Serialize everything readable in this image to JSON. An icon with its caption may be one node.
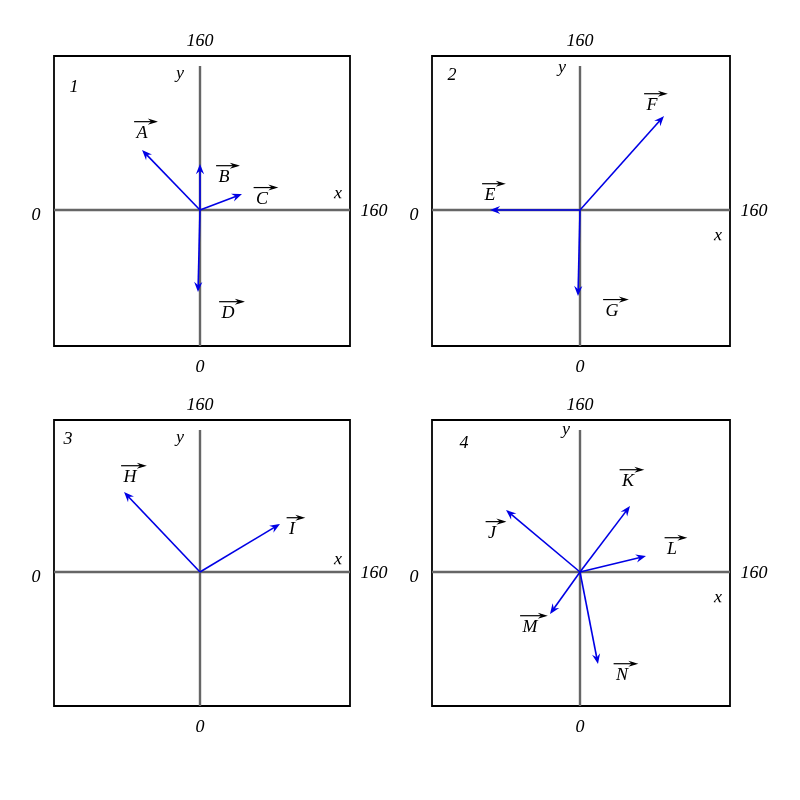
{
  "diagram": {
    "nodes": [
      {
        "text": [
          "1",
          "y",
          "x",
          "A",
          "B",
          "C",
          "D"
        ],
        "beside": [
          "160",
          "0",
          "160",
          "0"
        ]
      },
      {
        "text": [
          "2",
          "y",
          "x",
          "E",
          "F",
          "G"
        ],
        "beside": [
          "160",
          "0",
          "160",
          "0"
        ]
      },
      {
        "text": [
          "3",
          "y",
          "x",
          "H",
          "I"
        ],
        "beside": [
          "160",
          "0",
          "160",
          "0"
        ]
      },
      {
        "text": [
          "4",
          "y",
          "x",
          "J",
          "K",
          "L",
          "M",
          "N"
        ],
        "beside": [
          "160",
          "0",
          "160",
          "0"
        ]
      }
    ]
  }
}
